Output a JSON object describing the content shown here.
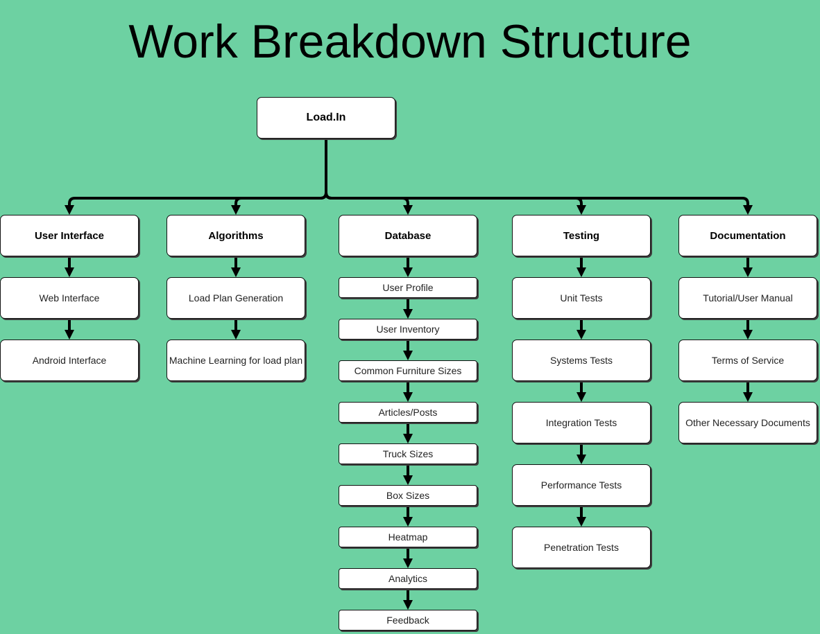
{
  "title": "Work Breakdown Structure",
  "root": {
    "label": "Load.In"
  },
  "categories": [
    {
      "label": "User Interface",
      "items": [
        "Web Interface",
        "Android Interface"
      ]
    },
    {
      "label": "Algorithms",
      "items": [
        "Load Plan Generation",
        "Machine Learning for load plan"
      ]
    },
    {
      "label": "Database",
      "items": [
        "User Profile",
        "User Inventory",
        "Common Furniture Sizes",
        "Articles/Posts",
        "Truck Sizes",
        "Box Sizes",
        "Heatmap",
        "Analytics",
        "Feedback"
      ]
    },
    {
      "label": "Testing",
      "items": [
        "Unit Tests",
        "Systems Tests",
        "Integration Tests",
        "Performance Tests",
        "Penetration Tests"
      ]
    },
    {
      "label": "Documentation",
      "items": [
        "Tutorial/User Manual",
        "Terms of Service",
        "Other Necessary Documents"
      ]
    }
  ],
  "colors": {
    "background": "#6dd1a2",
    "node_fill": "#ffffff",
    "connector": "#000000"
  }
}
